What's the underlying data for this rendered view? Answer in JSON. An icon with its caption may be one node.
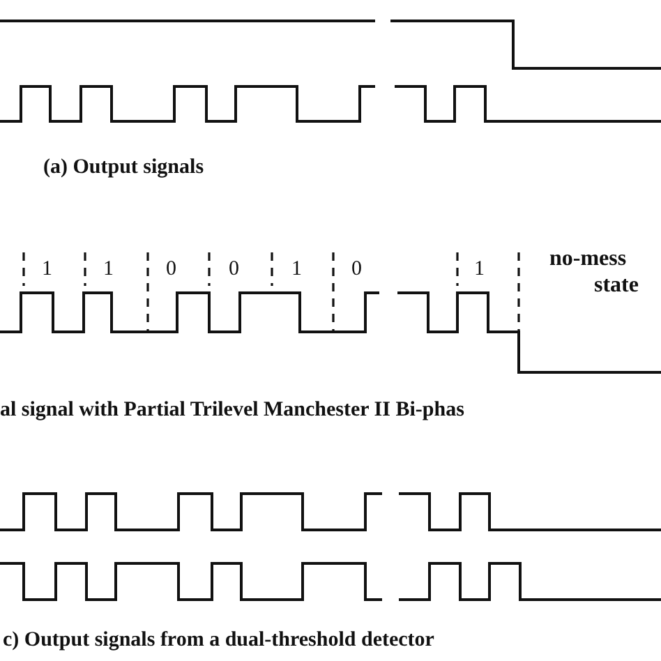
{
  "diagram": {
    "labels": [
      "(a) Output signals",
      "1",
      "1",
      "0",
      "0",
      "1",
      "0",
      "1",
      "no-mess",
      "state",
      "al signal with Partial Trilevel Manchester II Bi-phas",
      "c) Output signals from a dual-threshold detector"
    ]
  }
}
